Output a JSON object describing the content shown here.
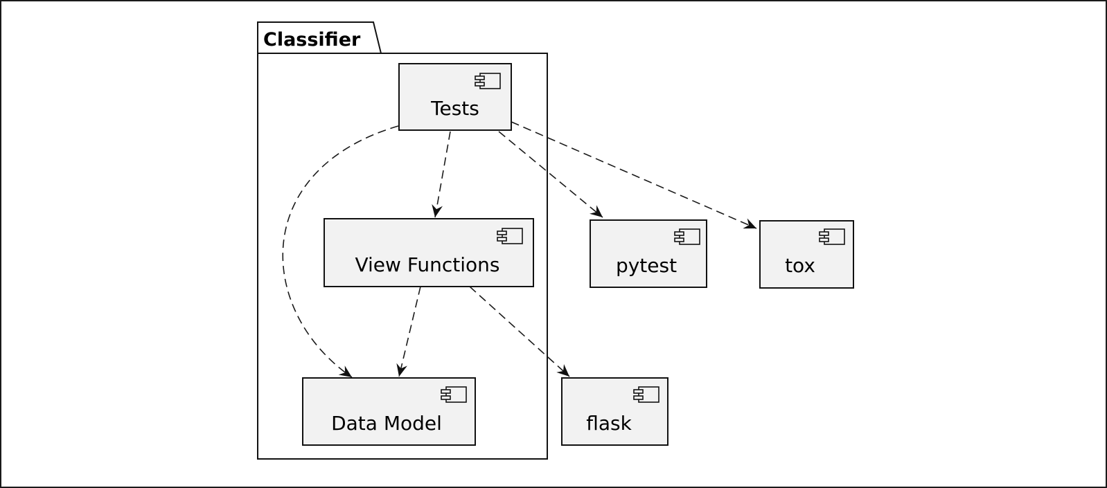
{
  "package": {
    "title": "Classifier"
  },
  "components": {
    "tests": "Tests",
    "view_functions": "View Functions",
    "data_model": "Data Model",
    "pytest": "pytest",
    "tox": "tox",
    "flask": "flask"
  },
  "icons": {
    "component": "uml-component-icon"
  },
  "dependencies": [
    {
      "from": "Tests",
      "to": "View Functions",
      "style": "dashed"
    },
    {
      "from": "Tests",
      "to": "Data Model",
      "style": "dashed"
    },
    {
      "from": "Tests",
      "to": "pytest",
      "style": "dashed"
    },
    {
      "from": "Tests",
      "to": "tox",
      "style": "dashed"
    },
    {
      "from": "View Functions",
      "to": "Data Model",
      "style": "dashed"
    },
    {
      "from": "View Functions",
      "to": "flask",
      "style": "dashed"
    }
  ]
}
